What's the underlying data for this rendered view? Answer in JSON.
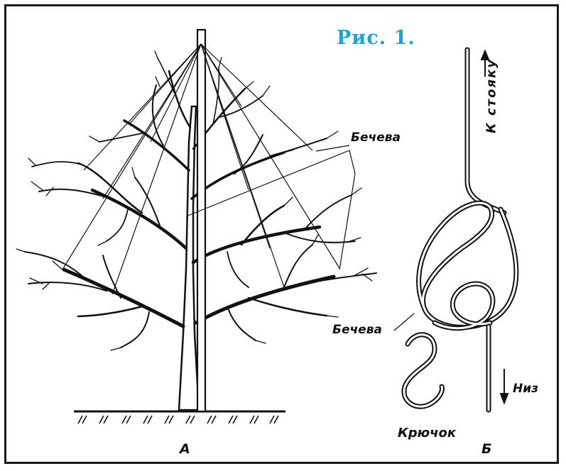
{
  "figure": {
    "title": "Рис. 1.",
    "panel_a": "А",
    "panel_b": "Б"
  },
  "labels": {
    "twine_a": "Бечева",
    "twine_b": "Бечева",
    "to_post": "К стояку",
    "down": "Низ",
    "hook": "Крючок"
  },
  "colors": {
    "title": "#1aa3d8",
    "ink": "#111111",
    "background": "#ffffff"
  }
}
